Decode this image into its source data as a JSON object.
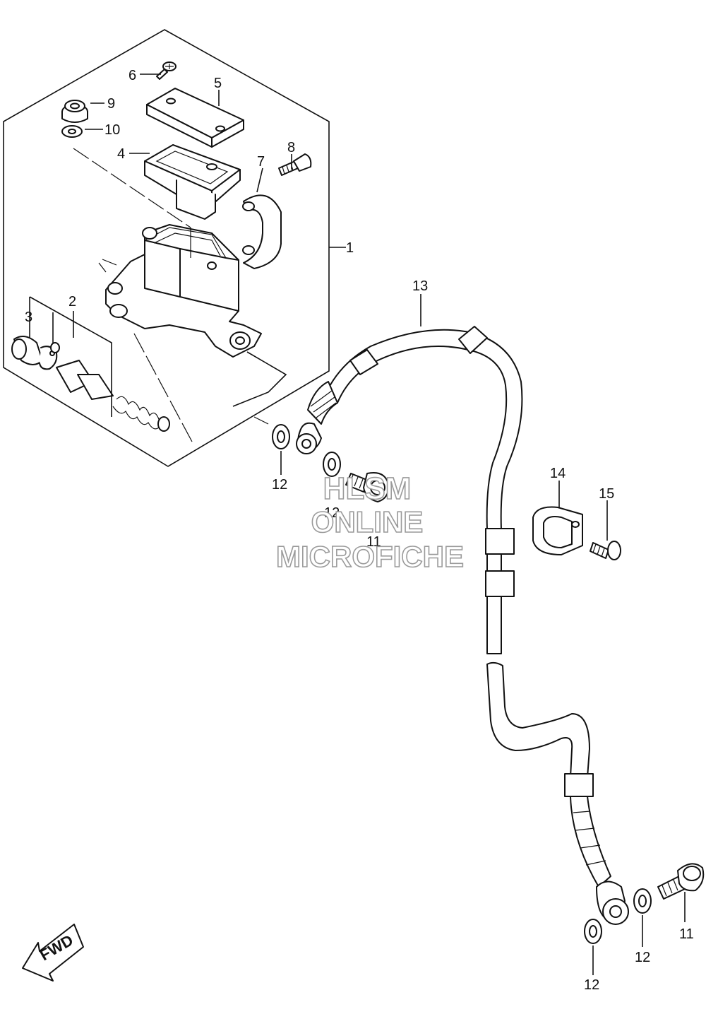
{
  "callouts": {
    "c1": "1",
    "c2": "2",
    "c3": "3",
    "c4": "4",
    "c5": "5",
    "c6": "6",
    "c7": "7",
    "c8": "8",
    "c9": "9",
    "c10": "10",
    "c11a": "11",
    "c11b": "11",
    "c12a": "12",
    "c12b": "12",
    "c12c": "12",
    "c12d": "12",
    "c13": "13",
    "c14": "14",
    "c15": "15"
  },
  "watermark": {
    "line1": "HLSM",
    "line2": "ONLINE",
    "line3": "MICROFICHE"
  },
  "direction_badge": {
    "text": "FWD"
  },
  "colors": {
    "ink": "#111111",
    "watermark_outline": "#9a9a9a",
    "background": "#ffffff"
  }
}
